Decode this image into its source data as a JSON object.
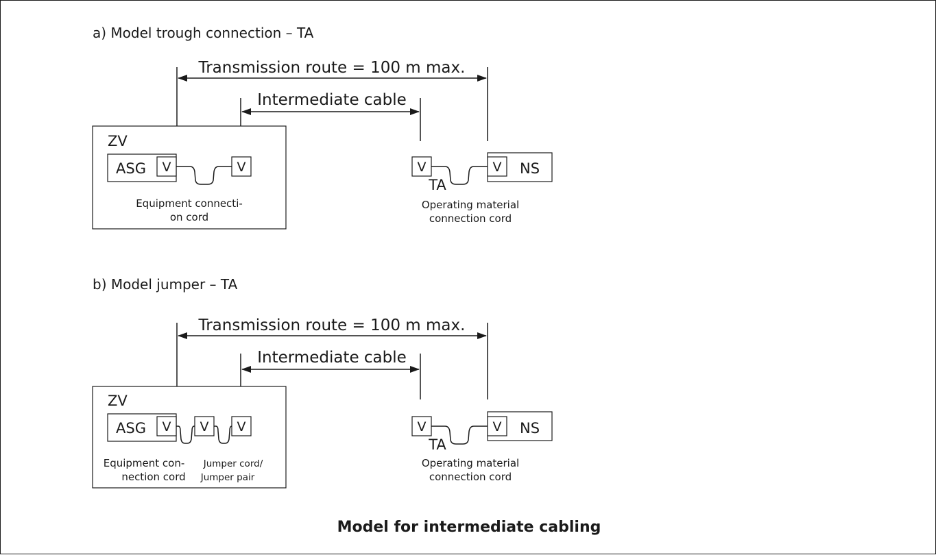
{
  "section_a": {
    "heading": "a) Model trough connection – TA",
    "route_label": "Transmission route = 100 m max.",
    "intermediate_label": "Intermediate cable",
    "zv_label": "ZV",
    "asg_label": "ASG",
    "ns_label": "NS",
    "v_label": "V",
    "ta_label": "TA",
    "equipment_cord_line1": "Equipment connecti-",
    "equipment_cord_line2": "on cord",
    "operating_cord_line1": "Operating material",
    "operating_cord_line2": "connection cord"
  },
  "section_b": {
    "heading": "b) Model jumper – TA",
    "route_label": "Transmission route = 100 m max.",
    "intermediate_label": "Intermediate cable",
    "zv_label": "ZV",
    "asg_label": "ASG",
    "ns_label": "NS",
    "v_label": "V",
    "ta_label": "TA",
    "equipment_cord_line1": "Equipment con-",
    "equipment_cord_line2": "nection cord",
    "jumper_line1": "Jumper cord/",
    "jumper_line2": "Jumper pair",
    "operating_cord_line1": "Operating material",
    "operating_cord_line2": "connection cord"
  },
  "caption": "Model for intermediate cabling"
}
